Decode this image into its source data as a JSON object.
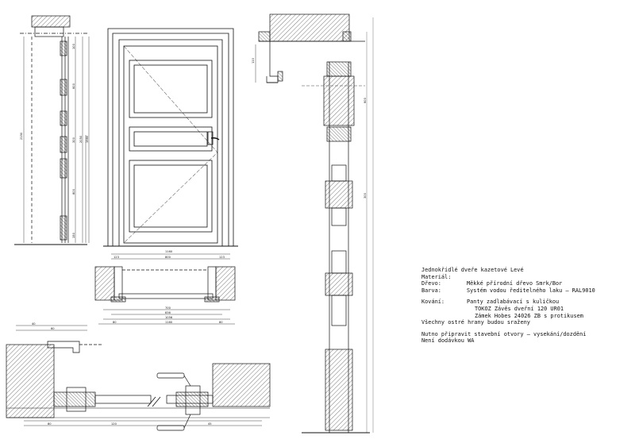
{
  "notes": {
    "title": "Jednokřídlé dveře kazetové Levé",
    "materials_heading": "Materiál:",
    "wood_label": "Dřevo:",
    "wood_value": "Měkké přírodní dřevo Smrk/Bor",
    "color_label": "Barva:",
    "color_value": "Systém vodou ředitelného laku – RAL9010",
    "hardware_label": "Kování:",
    "hardware_lines": [
      "Panty zadlabávací s kuličkou",
      "TOKOZ Závěs dveřní 120 UR01",
      "Zámek Hobes 24026 ZB s protikusem"
    ],
    "edges_note": "Všechny ostré hrany budou sraženy",
    "opening_note": "Nutno připravit stavební otvory – vysekání/dozdění",
    "delivery_note": "Není dodávkou WA"
  },
  "dimensions": {
    "front_width_top": "1160",
    "plan_width_total": "1160",
    "plan_left": "123",
    "plan_right": "123",
    "plan_inner_a": "800",
    "plan_inner_b": "700",
    "plan_inner_c": "836",
    "plan_inner_d": "1056",
    "plan_edge_left": "80",
    "plan_edge_right": "80",
    "elev_total": "2150",
    "elev_height_a": "2050",
    "elev_height_b": "1980",
    "elev_panel_a": "600",
    "elev_panel_b": "300",
    "elev_panel_c": "800",
    "elev_bottom": "150",
    "elev_top": "100",
    "side_top": "110",
    "side_panel": "600",
    "side_mid": "300",
    "detail_a": "40",
    "detail_b": "60",
    "detail_c": "80",
    "detail_d": "120",
    "detail_e": "45"
  }
}
